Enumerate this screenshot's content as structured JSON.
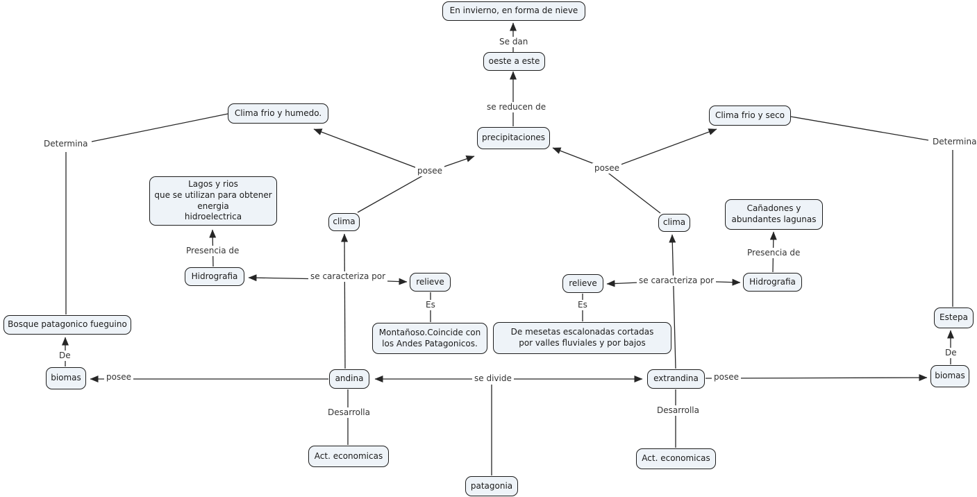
{
  "colors": {
    "background": "#ffffff",
    "node_fill": "#eef3f8",
    "node_border": "#1c1c1c",
    "line": "#262626",
    "node_text": "#1a1a1a",
    "label_text": "#333333"
  },
  "diagram": {
    "nodes": {
      "nieve": {
        "label": "En invierno, en forma de nieve"
      },
      "oeste_a_este": {
        "label": "oeste a este"
      },
      "precipitaciones": {
        "label": "precipitaciones"
      },
      "clima_frio_humedo": {
        "label": "Clima frio y humedo."
      },
      "clima_frio_seco": {
        "label": "Clima frio y seco"
      },
      "lagos": {
        "label": "Lagos y rios\nque se utilizan para obtener\nenergia\nhidroelectrica"
      },
      "canadones": {
        "label": "Cañadones y\nabundantes lagunas"
      },
      "clima_izq": {
        "label": "clima"
      },
      "clima_der": {
        "label": "clima"
      },
      "hidrografia_izq": {
        "label": "Hidrografia"
      },
      "relieve_izq": {
        "label": "relieve"
      },
      "relieve_der": {
        "label": "relieve"
      },
      "hidrografia_der": {
        "label": "Hidrografia"
      },
      "bosque": {
        "label": "Bosque patagonico fueguino"
      },
      "estepa": {
        "label": "Estepa"
      },
      "montanoso": {
        "label": "Montañoso.Coincide con\nlos Andes Patagonicos."
      },
      "mesetas": {
        "label": "De mesetas escalonadas cortadas\npor valles fluviales y por bajos"
      },
      "biomas_izq": {
        "label": "biomas"
      },
      "biomas_der": {
        "label": "biomas"
      },
      "andina": {
        "label": "andina"
      },
      "extrandina": {
        "label": "extrandina"
      },
      "act_economicas_izq": {
        "label": "Act. economicas"
      },
      "act_economicas_der": {
        "label": "Act. economicas"
      },
      "patagonia": {
        "label": "patagonia"
      }
    },
    "labels": {
      "se_dan": "Se dan",
      "se_reducen_de": "se reducen de",
      "posee_arriba_izq": "posee",
      "posee_arriba_der": "posee",
      "determina_izq": "Determina",
      "determina_der": "Determina",
      "presencia_de_izq": "Presencia de",
      "presencia_de_der": "Presencia de",
      "se_caracteriza_por_izq": "se caracteriza por",
      "se_caracteriza_por_der": "se caracteriza por",
      "es_izq": "Es",
      "es_der": "Es",
      "de_izq": "De",
      "de_der": "De",
      "posee_abajo_izq": "posee",
      "posee_abajo_der": "posee",
      "se_divide": "se divide",
      "desarrolla_izq": "Desarrolla",
      "desarrolla_der": "Desarrolla"
    }
  }
}
